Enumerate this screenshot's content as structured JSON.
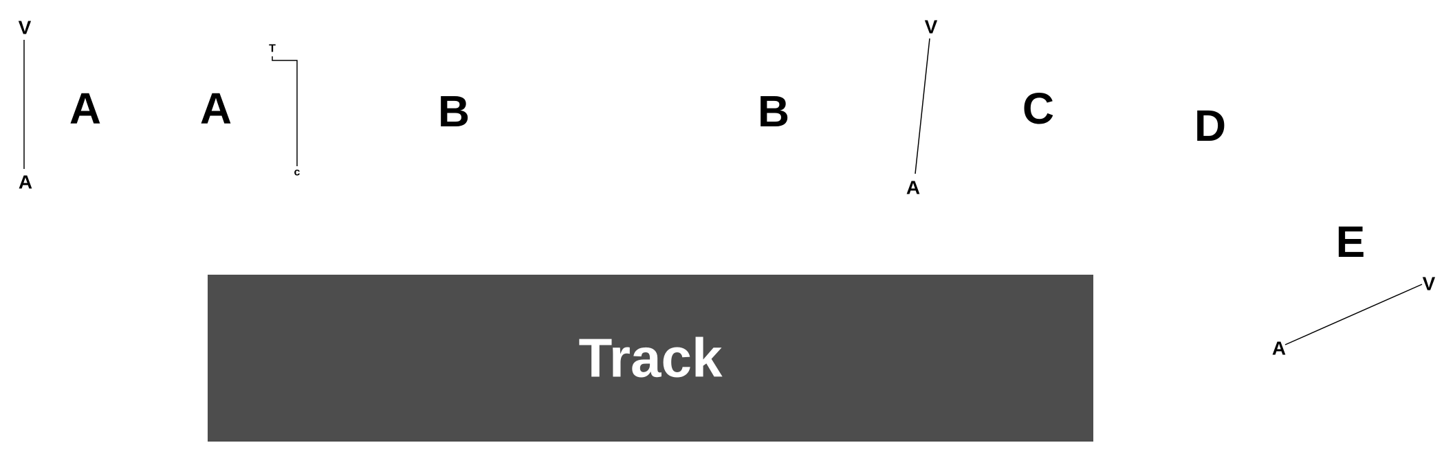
{
  "colors": {
    "ink": "#000000",
    "track_fill": "#4d4d4d",
    "track_text": "#ffffff",
    "background": "#ffffff"
  },
  "letters": {
    "a1": "A",
    "a2": "A",
    "b1": "B",
    "b2": "B",
    "c": "C",
    "d": "D",
    "e": "E"
  },
  "vectors": {
    "v1": {
      "top": "V",
      "bottom": "A"
    },
    "v2": {
      "top": "V",
      "bottom": "A"
    },
    "v3": {
      "right": "V",
      "left": "A"
    }
  },
  "bracket": {
    "top": "T",
    "bottom": "c"
  },
  "track": {
    "label": "Track"
  }
}
